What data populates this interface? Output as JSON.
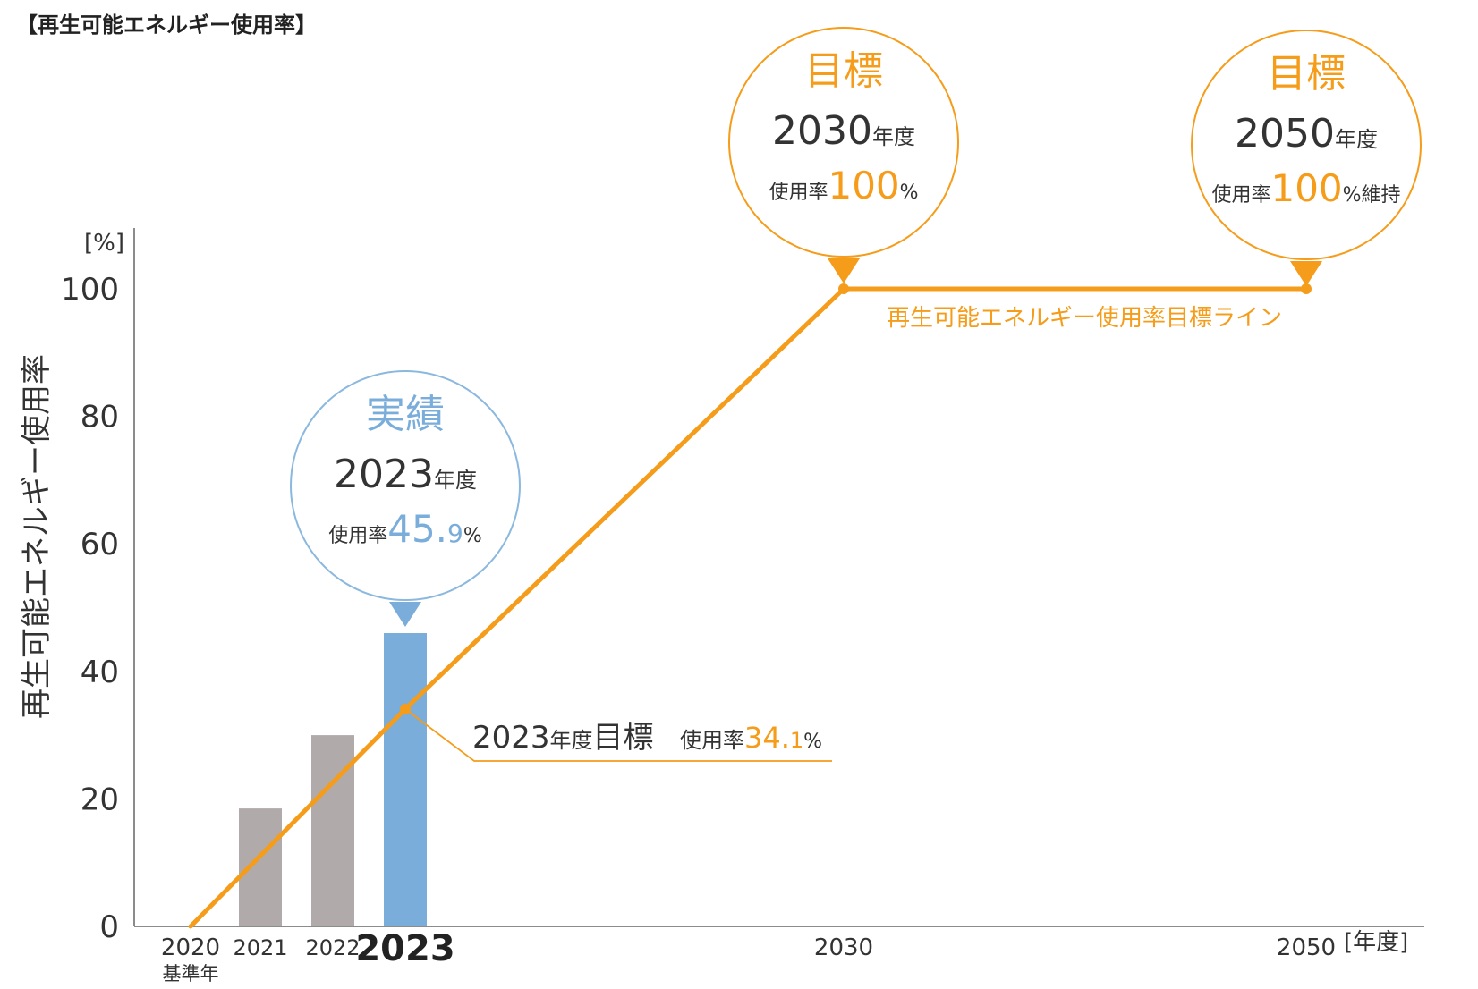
{
  "colors": {
    "orange": "#f59c1a",
    "blue": "#7aadda",
    "blue_border": "#8bb8df",
    "gray": "#b0abaa",
    "text": "#333333",
    "axis": "#666666"
  },
  "chart_data": {
    "type": "bar",
    "title": "【再生可能エネルギー使用率】",
    "ylabel": "再生可能エネルギー使用率",
    "y_unit": "[%]",
    "x_unit": "[年度]",
    "ylim": [
      0,
      100
    ],
    "yticks": [
      "0",
      "20",
      "40",
      "60",
      "80",
      "100"
    ],
    "x_ticks": [
      {
        "year": 2020,
        "label": "2020",
        "sublabel": "基準年",
        "emphasis": false
      },
      {
        "year": 2021,
        "label": "2021",
        "sublabel": "",
        "emphasis": false
      },
      {
        "year": 2022,
        "label": "2022",
        "sublabel": "",
        "emphasis": false
      },
      {
        "year": 2023,
        "label": "2023",
        "sublabel": "",
        "emphasis": true
      },
      {
        "year": 2030,
        "label": "2030",
        "sublabel": "",
        "emphasis": false
      },
      {
        "year": 2050,
        "label": "2050",
        "sublabel": "",
        "emphasis": false
      }
    ],
    "bars": [
      {
        "year": 2021,
        "value": 18.5,
        "kind": "actual"
      },
      {
        "year": 2022,
        "value": 30,
        "kind": "actual"
      },
      {
        "year": 2023,
        "value": 46,
        "kind": "current"
      }
    ],
    "target_line": [
      {
        "year": 2020,
        "value": 0
      },
      {
        "year": 2023,
        "value": 34.1
      },
      {
        "year": 2030,
        "value": 100
      },
      {
        "year": 2050,
        "value": 100
      }
    ],
    "target_line_label": "再生可能エネルギー使用率目標ライン",
    "target_2023": {
      "year": 2023,
      "value": 34.1,
      "prefix": "2023",
      "year_suffix": "年度",
      "goal_word": "目標",
      "rate_label": "使用率",
      "rate_int": "34.",
      "rate_dec": "1",
      "percent": "%"
    },
    "bubbles": [
      {
        "id": "actual-2023",
        "year": 2023,
        "kind": "actual",
        "heading": "実績",
        "year_num": "2023",
        "year_suffix": "年度",
        "rate_label": "使用率",
        "rate_int": "45.",
        "rate_dec": "9",
        "rate_suffix": "%"
      },
      {
        "id": "goal-2030",
        "year": 2030,
        "kind": "goal",
        "heading": "目標",
        "year_num": "2030",
        "year_suffix": "年度",
        "rate_label": "使用率",
        "rate_int": "100",
        "rate_dec": "",
        "rate_suffix": "%"
      },
      {
        "id": "goal-2050",
        "year": 2050,
        "kind": "goal",
        "heading": "目標",
        "year_num": "2050",
        "year_suffix": "年度",
        "rate_label": "使用率",
        "rate_int": "100",
        "rate_dec": "",
        "rate_suffix": "%維持"
      }
    ]
  }
}
